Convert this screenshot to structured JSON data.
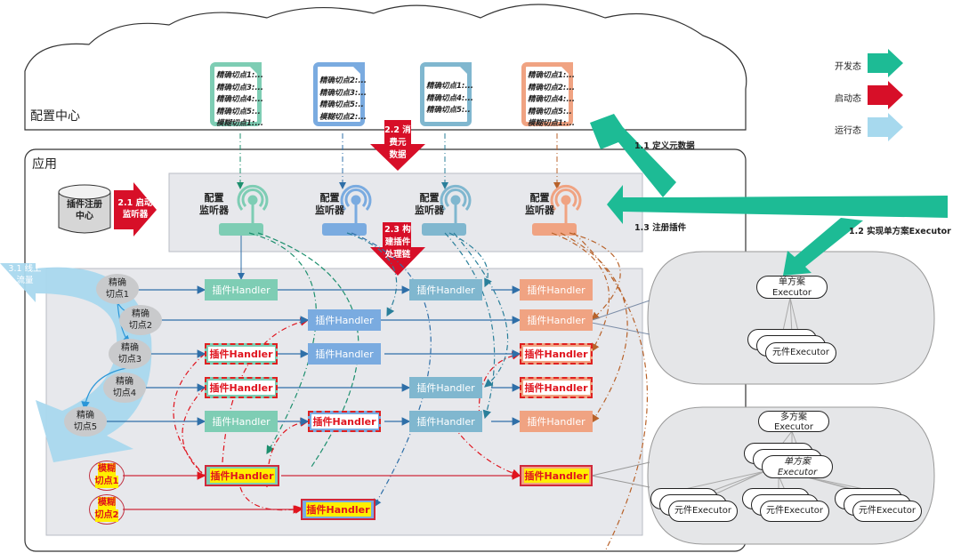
{
  "config_center": {
    "title": "配置中心"
  },
  "app": {
    "title": "应用"
  },
  "legend": [
    {
      "label": "开发态",
      "color": "#1dbb95"
    },
    {
      "label": "启动态",
      "color": "#d70f28"
    },
    {
      "label": "运行态",
      "color": "#a7d9ee"
    }
  ],
  "config_docs": [
    {
      "color": "#7ecdb4",
      "lines": [
        "精确切点1:...",
        "精确切点3:...",
        "精确切点4:...",
        "精确切点5:..",
        "模糊切点1:..."
      ]
    },
    {
      "color": "#7aabe0",
      "lines": [
        "精确切点2:...",
        "精确切点3:...",
        "精确切点5:..",
        "模糊切点2:..."
      ]
    },
    {
      "color": "#80b7cf",
      "lines": [
        "精确切点1:...",
        "精确切点4:...",
        "精确切点5:.."
      ]
    },
    {
      "color": "#f0a382",
      "lines": [
        "精确切点1:...",
        "精确切点2:...",
        "精确切点4:...",
        "精确切点5:..",
        "模糊切点1:..."
      ]
    }
  ],
  "registry": {
    "label_line1": "插件注册",
    "label_line2": "中心"
  },
  "listeners": [
    {
      "line1": "配置",
      "line2": "监听器",
      "color": "#7ecdb4"
    },
    {
      "line1": "配置",
      "line2": "监听器",
      "color": "#7aabe0"
    },
    {
      "line1": "配置",
      "line2": "监听器",
      "color": "#80b7cf"
    },
    {
      "line1": "配置",
      "line2": "监听器",
      "color": "#f0a382"
    }
  ],
  "steps": {
    "s1_1": "1.1 定义元数据",
    "s1_2": "1.2 实现单方案Executor",
    "s1_3": "1.3 注册插件",
    "s2_1_line1": "2.1 启动",
    "s2_1_line2": "监听器",
    "s2_2_line1": "2.2 消",
    "s2_2_line2": "费元",
    "s2_2_line3": "数据",
    "s2_3_line1": "2.3 构",
    "s2_3_line2": "建插件",
    "s2_3_line3": "处理链",
    "s3_1_line1": "3.1 线上",
    "s3_1_line2": "流量"
  },
  "precise_points": [
    {
      "line1": "精确",
      "line2": "切点1"
    },
    {
      "line1": "精确",
      "line2": "切点2"
    },
    {
      "line1": "精确",
      "line2": "切点3"
    },
    {
      "line1": "精确",
      "line2": "切点4"
    },
    {
      "line1": "精确",
      "line2": "切点5"
    }
  ],
  "fuzzy_points": [
    {
      "line1": "模糊",
      "line2": "切点1"
    },
    {
      "line1": "模糊",
      "line2": "切点2"
    }
  ],
  "handler_label": "插件Handler",
  "executors": {
    "single_title_line1": "单方案",
    "single_title_line2": "Executor",
    "element": "元件Executor",
    "multi_title_line1": "多方案",
    "multi_title_line2": "Executor"
  }
}
